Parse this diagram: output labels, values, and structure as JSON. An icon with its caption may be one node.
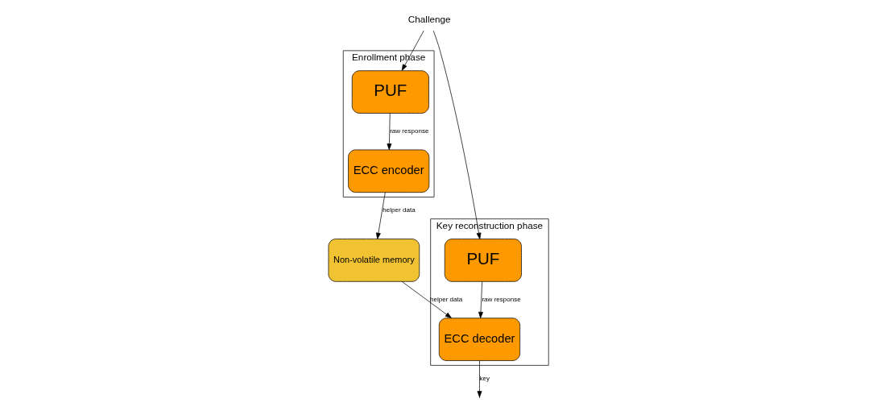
{
  "diagram": {
    "nodes": [
      {
        "text": [
          "Enrollment phase"
        ]
      },
      {
        "text": [
          "PUF"
        ],
        "in": 0
      },
      {
        "text": [
          "ECC encoder"
        ],
        "in": 0
      },
      {
        "text": [
          "Challenge"
        ]
      },
      {
        "text": [
          "Non-volatile memory"
        ]
      },
      {
        "text": [
          "Key reconstruction phase"
        ]
      },
      {
        "text": [
          "PUF"
        ],
        "in": 5
      },
      {
        "text": [
          "ECC decoder"
        ],
        "in": 5
      }
    ],
    "edges": [
      {
        "from": 3,
        "to": 1,
        "arrow": "to"
      },
      {
        "from": 3,
        "to": 6,
        "arrow": "to"
      },
      {
        "from": 1,
        "to": 2,
        "label": "raw response",
        "arrow": "to"
      },
      {
        "from": 6,
        "to": 7,
        "label": "raw response",
        "arrow": "to"
      },
      {
        "from": 2,
        "to": 4,
        "label": "helper data",
        "arrow": "to"
      },
      {
        "from": 4,
        "to": 7,
        "label": "helper data",
        "arrow": "to"
      },
      {
        "from": 7,
        "to": null,
        "label": "key",
        "arrow": "to"
      }
    ]
  }
}
